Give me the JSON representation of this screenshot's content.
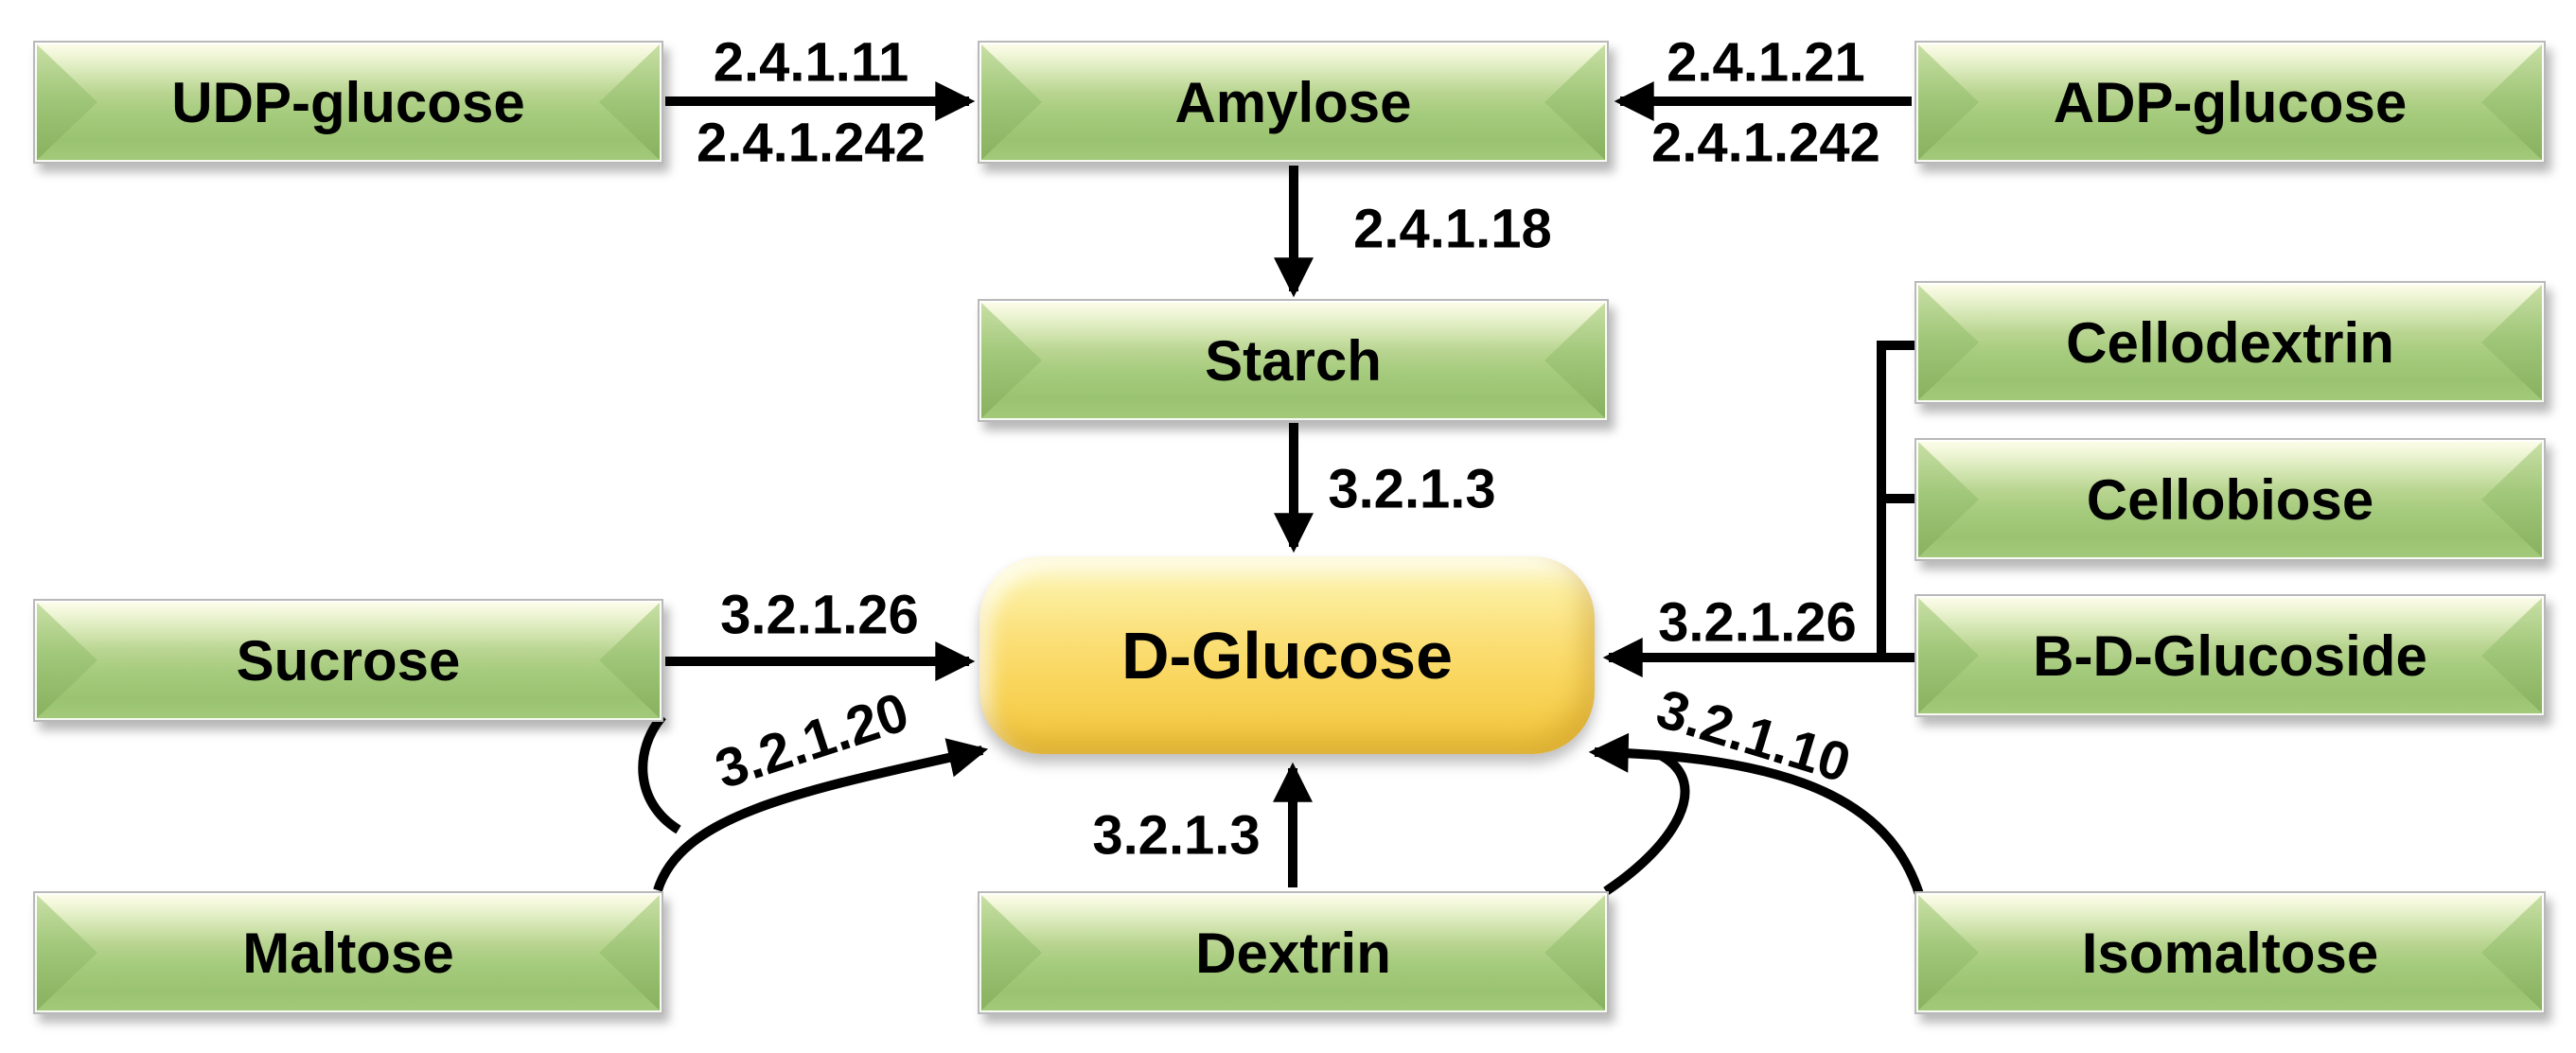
{
  "diagram": {
    "type": "metabolic-pathway",
    "description": "Enzymatic routes producing D-Glucose",
    "background": "#ffffff"
  },
  "nodes": {
    "udp_glucose": {
      "label": "UDP-glucose",
      "kind": "substrate"
    },
    "amylose": {
      "label": "Amylose",
      "kind": "substrate"
    },
    "adp_glucose": {
      "label": "ADP-glucose",
      "kind": "substrate"
    },
    "starch": {
      "label": "Starch",
      "kind": "substrate"
    },
    "cellodextrin": {
      "label": "Cellodextrin",
      "kind": "substrate"
    },
    "cellobiose": {
      "label": "Cellobiose",
      "kind": "substrate"
    },
    "sucrose": {
      "label": "Sucrose",
      "kind": "substrate"
    },
    "d_glucose": {
      "label": "D-Glucose",
      "kind": "product"
    },
    "b_d_glucoside": {
      "label": "B-D-Glucoside",
      "kind": "substrate"
    },
    "maltose": {
      "label": "Maltose",
      "kind": "substrate"
    },
    "dextrin": {
      "label": "Dextrin",
      "kind": "substrate"
    },
    "isomaltose": {
      "label": "Isomaltose",
      "kind": "substrate"
    }
  },
  "edge_labels": {
    "udp_to_amylose_top": "2.4.1.11",
    "udp_to_amylose_bottom": "2.4.1.242",
    "adp_to_amylose_top": "2.4.1.21",
    "adp_to_amylose_bottom": "2.4.1.242",
    "amylose_to_starch": "2.4.1.18",
    "starch_to_glucose": "3.2.1.3",
    "sucrose_to_glucose": "3.2.1.26",
    "maltose_sucrose_to_glucose": "3.2.1.20",
    "dextrin_to_glucose": "3.2.1.3",
    "cello_group_to_glucose": "3.2.1.26",
    "isomaltose_dextrin_to_glucose": "3.2.1.10"
  },
  "edges": [
    {
      "from": [
        "UDP-glucose"
      ],
      "to": "Amylose",
      "enzymes": [
        "2.4.1.11",
        "2.4.1.242"
      ]
    },
    {
      "from": [
        "ADP-glucose"
      ],
      "to": "Amylose",
      "enzymes": [
        "2.4.1.21",
        "2.4.1.242"
      ]
    },
    {
      "from": [
        "Amylose"
      ],
      "to": "Starch",
      "enzymes": [
        "2.4.1.18"
      ]
    },
    {
      "from": [
        "Starch"
      ],
      "to": "D-Glucose",
      "enzymes": [
        "3.2.1.3"
      ]
    },
    {
      "from": [
        "Sucrose"
      ],
      "to": "D-Glucose",
      "enzymes": [
        "3.2.1.26"
      ]
    },
    {
      "from": [
        "Sucrose",
        "Maltose"
      ],
      "to": "D-Glucose",
      "enzymes": [
        "3.2.1.20"
      ]
    },
    {
      "from": [
        "Dextrin"
      ],
      "to": "D-Glucose",
      "enzymes": [
        "3.2.1.3"
      ]
    },
    {
      "from": [
        "Cellodextrin",
        "Cellobiose",
        "B-D-Glucoside"
      ],
      "to": "D-Glucose",
      "enzymes": [
        "3.2.1.26"
      ]
    },
    {
      "from": [
        "Dextrin",
        "Isomaltose"
      ],
      "to": "D-Glucose",
      "enzymes": [
        "3.2.1.10"
      ]
    }
  ],
  "colors": {
    "substrate_fill": "#a5cb7c",
    "substrate_highlight": "#fdfdeb",
    "substrate_facet": "#8fb968",
    "box_border": "#b9b9b9",
    "product_fill": "#fada63",
    "product_highlight": "#fdf8d0",
    "arrow": "#000000",
    "text": "#000000"
  }
}
